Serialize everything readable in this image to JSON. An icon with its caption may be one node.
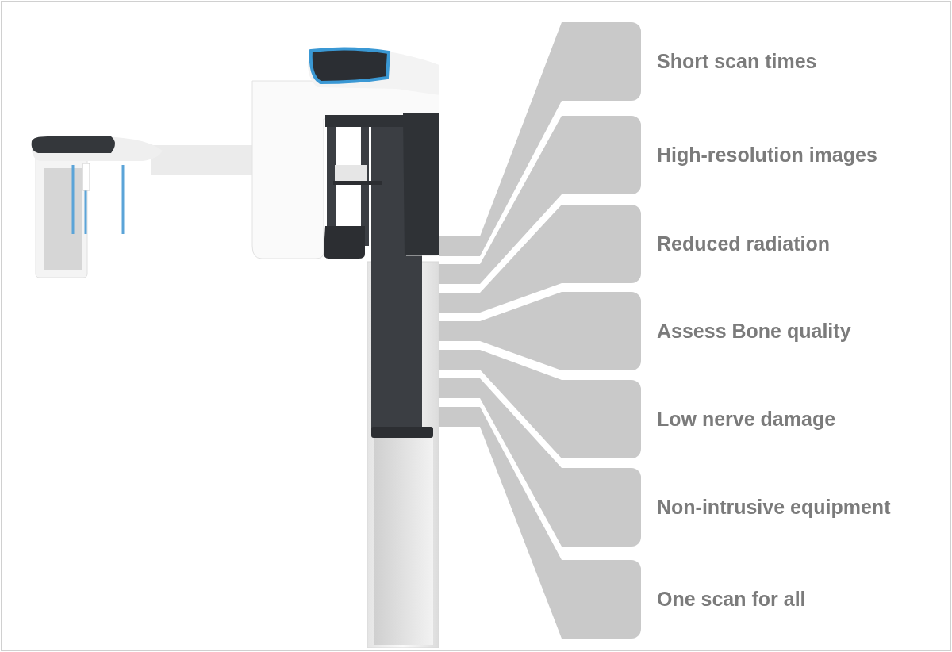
{
  "diagram": {
    "nodes": [
      {
        "text": [],
        "shape": "picture"
      },
      {
        "text": [
          "Short scan times"
        ]
      },
      {
        "text": [
          "High-resolution images"
        ]
      },
      {
        "text": [
          "Reduced radiation"
        ]
      },
      {
        "text": [
          "Assess Bone quality"
        ]
      },
      {
        "text": [
          "Low nerve damage"
        ]
      },
      {
        "text": [
          "Non-intrusive equipment"
        ]
      },
      {
        "text": [
          "One scan for all"
        ]
      }
    ],
    "edges": [
      {
        "from": 0,
        "to": 1,
        "arrow": "none",
        "style": "thick"
      },
      {
        "from": 0,
        "to": 2,
        "arrow": "none",
        "style": "thick"
      },
      {
        "from": 0,
        "to": 3,
        "arrow": "none",
        "style": "thick"
      },
      {
        "from": 0,
        "to": 4,
        "arrow": "none",
        "style": "thick"
      },
      {
        "from": 0,
        "to": 5,
        "arrow": "none",
        "style": "thick"
      },
      {
        "from": 0,
        "to": 6,
        "arrow": "none",
        "style": "thick"
      },
      {
        "from": 0,
        "to": 7,
        "arrow": "none",
        "style": "thick"
      }
    ]
  }
}
